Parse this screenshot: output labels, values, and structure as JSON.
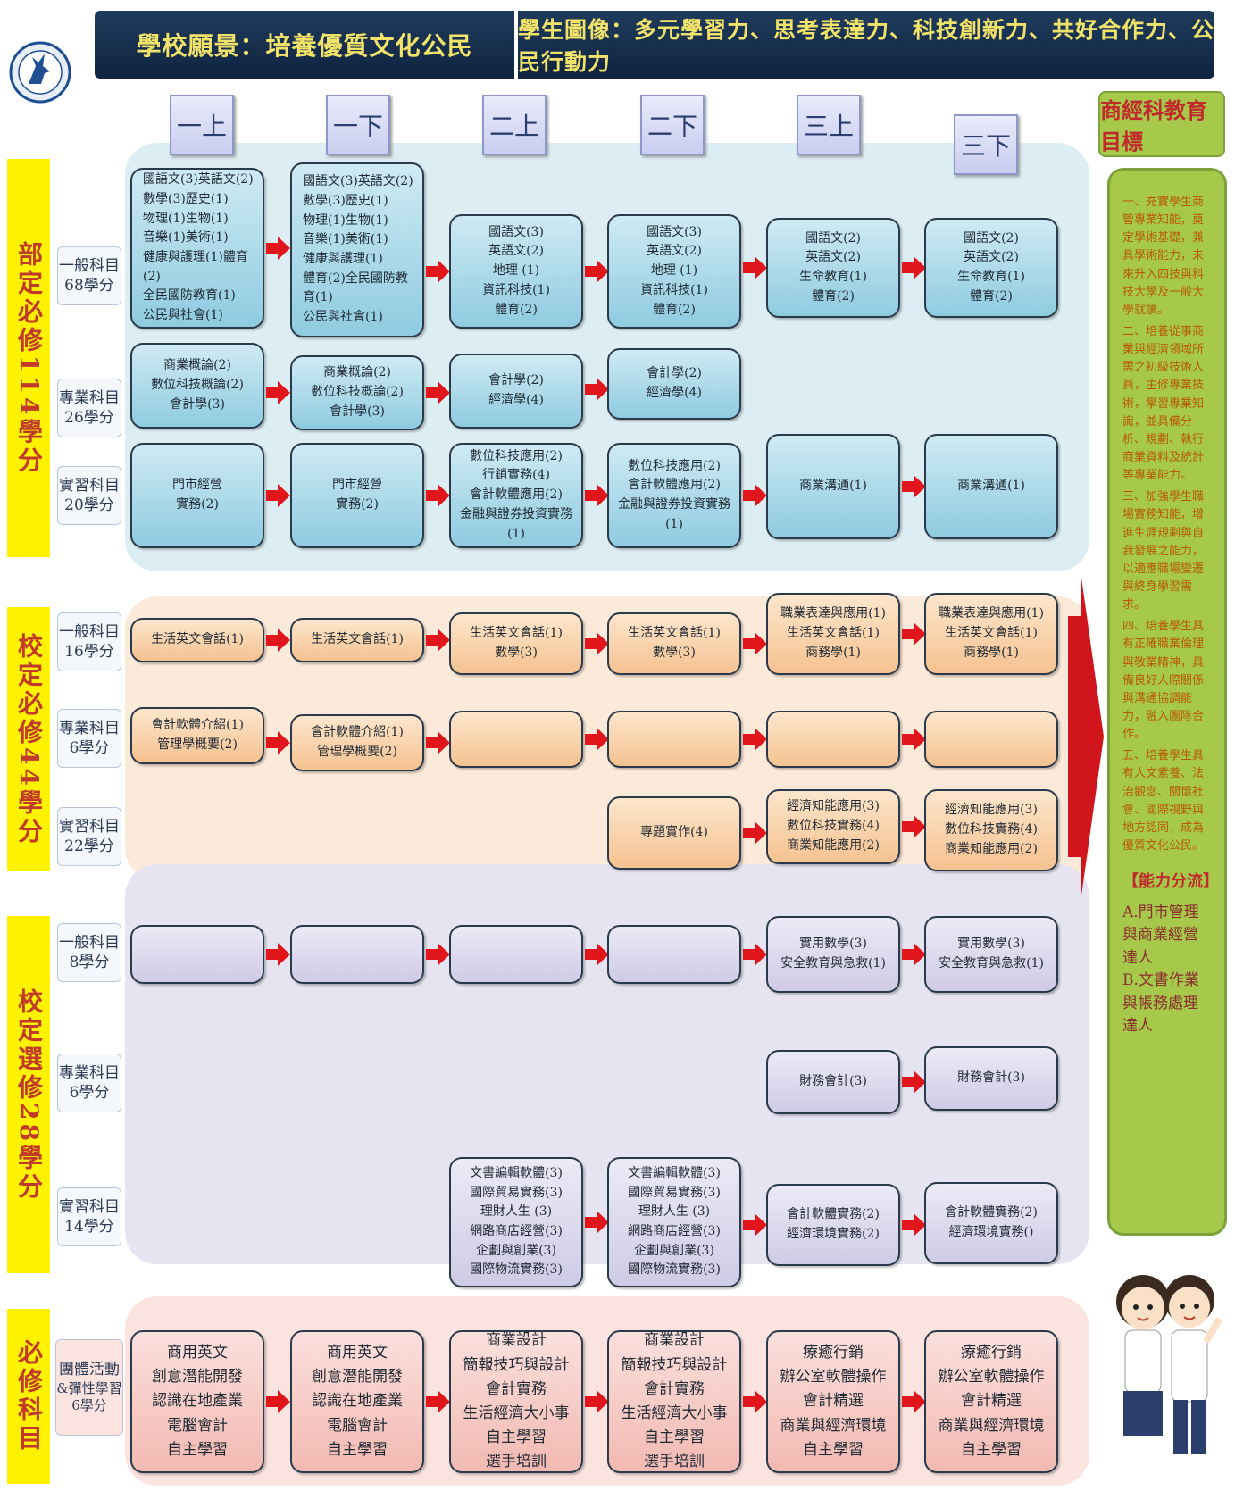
{
  "vision": "學校願景：培養優質文化公民",
  "portrait": "學生圖像：多元學習力、思考表達力、科技創新力、共好合作力、公民行動力",
  "semesters": [
    "一上",
    "一下",
    "二上",
    "二下",
    "三上",
    "三下"
  ],
  "goal_title": "商經科教育目標",
  "goal_items": [
    "一、充實學生商管專業知能，奠定學術基礎，兼具學術能力，未來升入四技與科技大學及一般大學就讀。",
    "二、培養從事商業與經濟領域所需之初級技術人員，主修專業技術，學習專業知識，並具備分析、規劃、執行商業資料及統計等專業能力。",
    "三、加強學生職場實務知能，增進生涯規劃與自我發展之能力，以適應職場變遷與終身學習需求。",
    "四、培養學生具有正確職業倫理與敬業精神，具備良好人際關係與溝通協調能力，融入團隊合作。",
    "五、培養學生具有人文素養、法治觀念、關懷社會、國際視野與地方認同，成為優質文化公民。"
  ],
  "ability_title": "【能力分流】",
  "abilities": [
    "A.門市管理與商業經營達人",
    "B.文書作業與帳務處理達人"
  ],
  "groups": [
    {
      "label": "部定必修114學分",
      "subs": [
        {
          "name": "一般科目",
          "credits": "68學分"
        },
        {
          "name": "專業科目",
          "credits": "26學分"
        },
        {
          "name": "實習科目",
          "credits": "20學分"
        }
      ]
    },
    {
      "label": "校定必修44學分",
      "subs": [
        {
          "name": "一般科目",
          "credits": "16學分"
        },
        {
          "name": "專業科目",
          "credits": "6學分"
        },
        {
          "name": "實習科目",
          "credits": "22學分"
        }
      ]
    },
    {
      "label": "校定選修28學分",
      "subs": [
        {
          "name": "一般科目",
          "credits": "8學分"
        },
        {
          "name": "專業科目",
          "credits": "6學分"
        },
        {
          "name": "實習科目",
          "credits": "14學分"
        }
      ]
    },
    {
      "label": "必修科目",
      "subs": [
        {
          "name": "團體活動",
          "credits": "&彈性學習6學分"
        }
      ]
    }
  ],
  "rows": {
    "r1": [
      [
        "國語文(3)英語文(2)",
        "數學(3)歷史(1)",
        "物理(1)生物(1)",
        "音樂(1)美術(1)",
        "健康與護理(1)體育(2)",
        "全民國防教育(1)",
        "公民與社會(1)"
      ],
      [
        "國語文(3)英語文(2)",
        "數學(3)歷史(1)",
        "物理(1)生物(1)",
        "音樂(1)美術(1)",
        "健康與護理(1)",
        "體育(2)全民國防教育(1)",
        "公民與社會(1)"
      ],
      [
        "國語文(3)",
        "英語文(2)",
        "地理 (1)",
        "資訊科技(1)",
        "體育(2)"
      ],
      [
        "國語文(3)",
        "英語文(2)",
        "地理 (1)",
        "資訊科技(1)",
        "體育(2)"
      ],
      [
        "國語文(2)",
        "英語文(2)",
        "生命教育(1)",
        "體育(2)"
      ],
      [
        "國語文(2)",
        "英語文(2)",
        "生命教育(1)",
        "體育(2)"
      ]
    ],
    "r2": [
      [
        "商業概論(2)",
        "數位科技概論(2)",
        "會計學(3)"
      ],
      [
        "商業概論(2)",
        "數位科技概論(2)",
        "會計學(3)"
      ],
      [
        "會計學(2)",
        "經濟學(4)"
      ],
      [
        "會計學(2)",
        "經濟學(4)"
      ]
    ],
    "r3": [
      [
        "門市經營",
        "實務(2)"
      ],
      [
        "門市經營",
        "實務(2)"
      ],
      [
        "數位科技應用(2)",
        "行銷實務(4)",
        "會計軟體應用(2)",
        "金融與證券投資實務(1)"
      ],
      [
        "數位科技應用(2)",
        "會計軟體應用(2)",
        "金融與證券投資實務(1)"
      ],
      [
        "商業溝通(1)"
      ],
      [
        "商業溝通(1)"
      ]
    ],
    "r4": [
      [
        "生活英文會話(1)"
      ],
      [
        "生活英文會話(1)"
      ],
      [
        "生活英文會話(1)",
        "數學(3)"
      ],
      [
        "生活英文會話(1)",
        "數學(3)"
      ],
      [
        "職業表達與應用(1)",
        "生活英文會話(1)",
        "商務學(1)"
      ],
      [
        "職業表達與應用(1)",
        "生活英文會話(1)",
        "商務學(1)"
      ]
    ],
    "r5": [
      [
        "會計軟體介紹(1)",
        "管理學概要(2)"
      ],
      [
        "會計軟體介紹(1)",
        "管理學概要(2)"
      ],
      [],
      [],
      [],
      []
    ],
    "r6": [
      [
        "專題實作(4)"
      ],
      [
        "經濟知能應用(3)",
        "數位科技實務(4)",
        "商業知能應用(2)"
      ],
      [
        "經濟知能應用(3)",
        "數位科技實務(4)",
        "商業知能應用(2)"
      ]
    ],
    "r7": [
      [],
      [],
      [],
      [],
      [
        "實用數學(3)",
        "安全教育與急救(1)"
      ],
      [
        "實用數學(3)",
        "安全教育與急救(1)"
      ]
    ],
    "r8": [
      [
        "財務會計(3)"
      ],
      [
        "財務會計(3)"
      ]
    ],
    "r9": [
      [
        "文書編輯軟體(3)",
        "國際貿易實務(3)",
        "理財人生 (3)",
        "網路商店經營(3)",
        "企劃與創業(3)",
        "國際物流實務(3)"
      ],
      [
        "文書編輯軟體(3)",
        "國際貿易實務(3)",
        "理財人生 (3)",
        "網路商店經營(3)",
        "企劃與創業(3)",
        "國際物流實務(3)"
      ],
      [
        "會計軟體實務(2)",
        "經濟環境實務(2)"
      ],
      [
        "會計軟體實務(2)",
        "經濟環境實務()"
      ]
    ],
    "r10": [
      [
        "商用英文",
        "創意潛能開發",
        "認識在地產業",
        "電腦會計",
        "自主學習"
      ],
      [
        "商用英文",
        "創意潛能開發",
        "認識在地產業",
        "電腦會計",
        "自主學習"
      ],
      [
        "商業設計",
        "簡報技巧與設計",
        "會計實務",
        "生活經濟大小事",
        "自主學習",
        "選手培訓"
      ],
      [
        "商業設計",
        "簡報技巧與設計",
        "會計實務",
        "生活經濟大小事",
        "自主學習",
        "選手培訓"
      ],
      [
        "療癒行銷",
        "辦公室軟體操作",
        "會計精選",
        "商業與經濟環境",
        "自主學習"
      ],
      [
        "療癒行銷",
        "辦公室軟體操作",
        "會計精選",
        "商業與經濟環境",
        "自主學習"
      ]
    ]
  }
}
